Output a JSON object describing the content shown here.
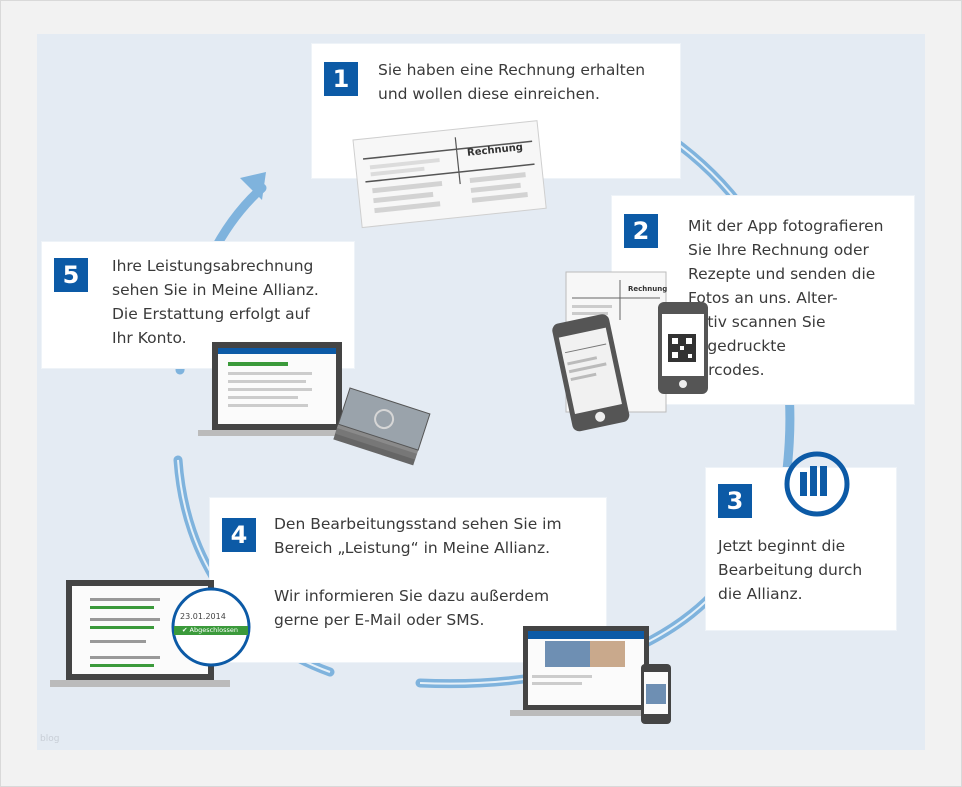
{
  "colors": {
    "accent": "#0c5aa6",
    "arrow": "#7fb3dd",
    "panel": "#e4ebf3"
  },
  "steps": [
    {
      "number": "1",
      "text": "Sie haben eine Rechnung erhalten\nund wollen diese einreichen."
    },
    {
      "number": "2",
      "text": "Mit der App fotografieren\nSie Ihre Rechnung oder\nRezepte und senden die\nFotos an uns. Alter-\nnativ scannen Sie\nabgedruckte\nBarcodes."
    },
    {
      "number": "3",
      "text": "Jetzt beginnt die\nBearbeitung durch\ndie Allianz."
    },
    {
      "number": "4",
      "text": "Den Bearbeitungsstand sehen Sie im\nBereich „Leistung“ in Meine Allianz.\n\nWir informieren Sie dazu außerdem\ngerne per E-Mail oder SMS."
    },
    {
      "number": "5",
      "text": "Ihre Leistungsabrechnung\nsehen Sie in Meine Allianz.\nDie Erstattung erfolgt auf\nIhr Konto."
    }
  ],
  "invoice_label": "Rechnung",
  "invoice_label_small": "Rechnung",
  "magnifier_date": "23.01.2014",
  "magnifier_status": "✔ Abgeschlossen",
  "watermark": "blog",
  "icons": [
    "allianz-logo-icon",
    "laptop-icon",
    "smartphone-icon",
    "money-stack-icon",
    "invoice-icon"
  ]
}
